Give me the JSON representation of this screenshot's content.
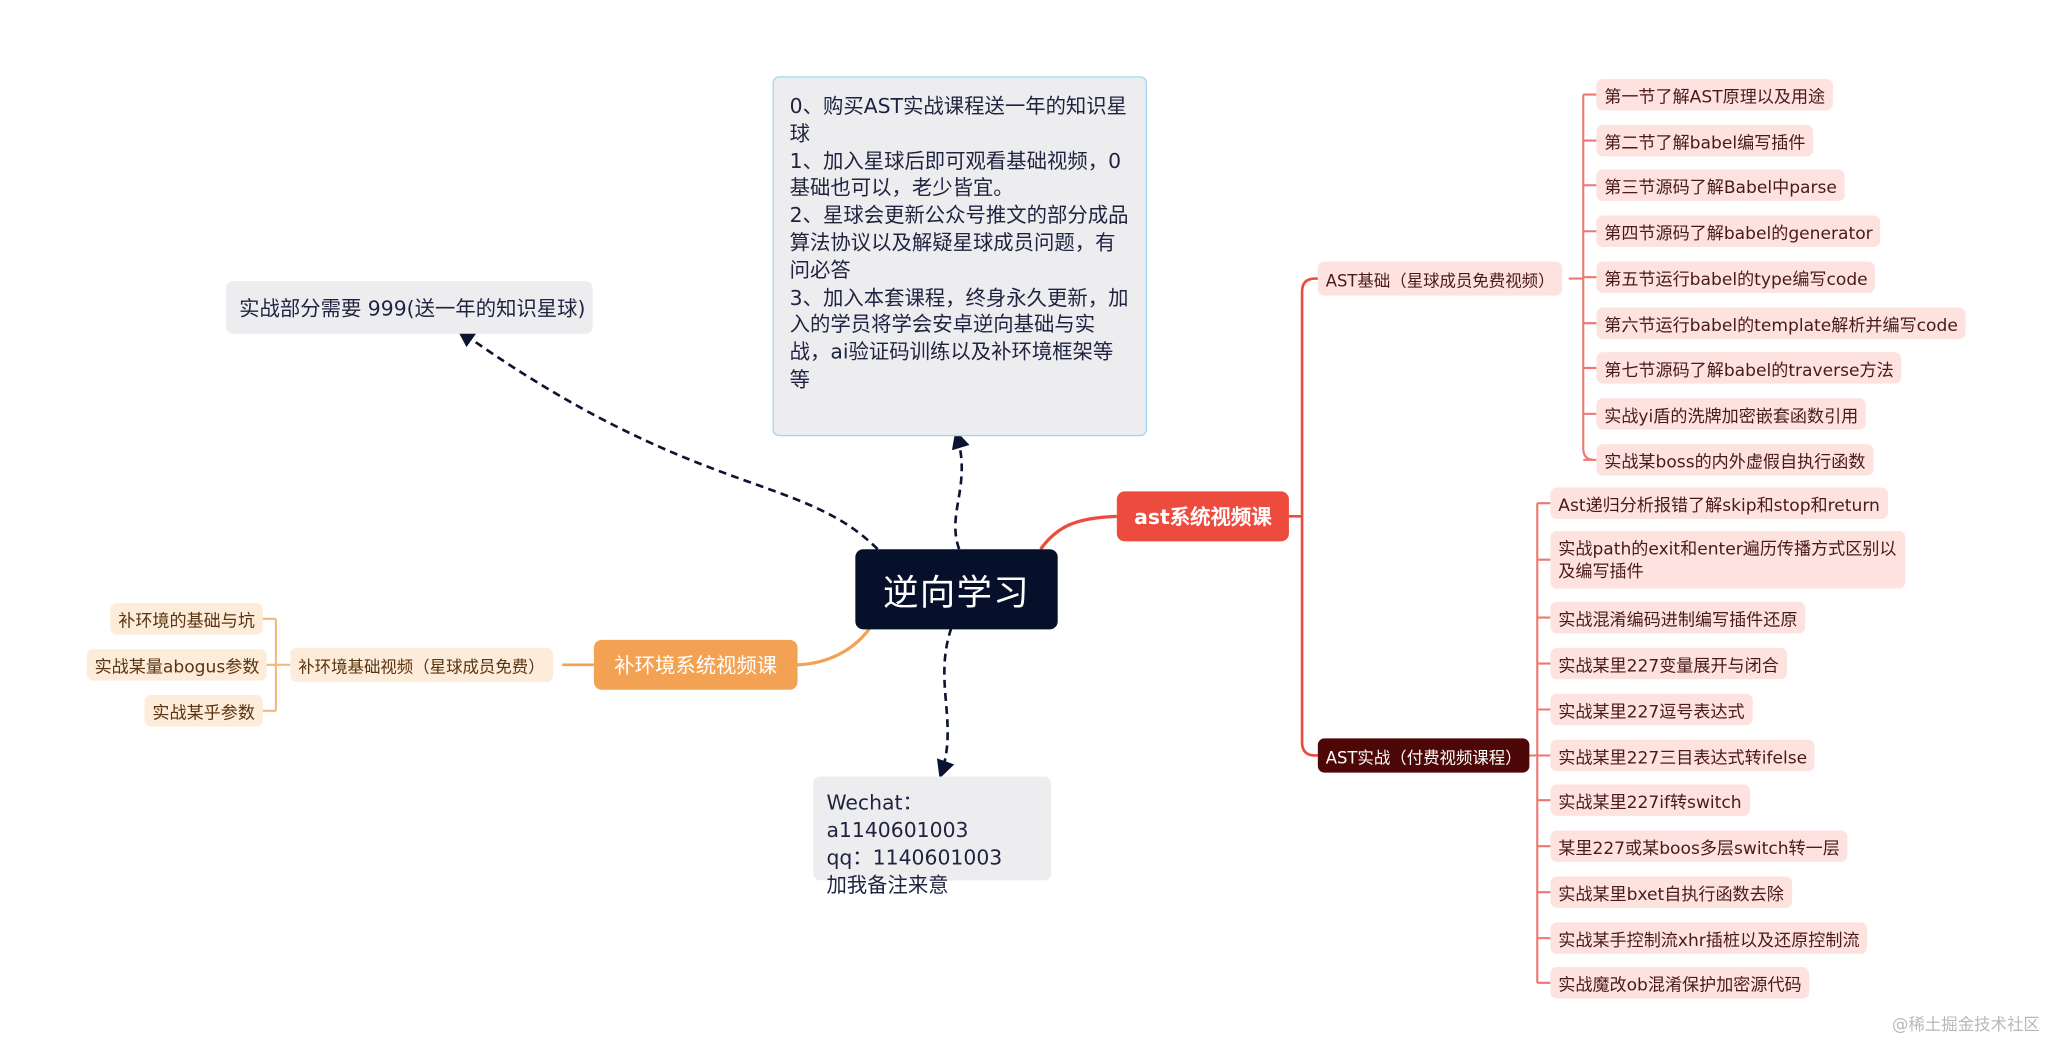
{
  "root": {
    "label": "逆向学习"
  },
  "callouts": {
    "top_lines": [
      "0、购买AST实战课程送一年的知识星",
      "球",
      "1、加入星球后即可观看基础视频，0",
      "基础也可以，老少皆宜。",
      "2、星球会更新公众号推文的部分成品",
      "算法协议以及解疑星球成员问题，有",
      "问必答",
      "3、加入本套课程，终身永久更新，加",
      "入的学员将学会安卓逆向基础与实",
      "战，ai验证码训练以及补环境框架等",
      "等"
    ],
    "left": "实战部分需要 999(送一年的知识星球)",
    "bottom_lines": [
      "Wechat：a1140601003",
      "qq：1140601003",
      "加我备注来意"
    ]
  },
  "ast_branch": {
    "label": "ast系统视频课",
    "color": "#ee4b3f",
    "basic": {
      "label": "AST基础（星球成员免费视频）",
      "items": [
        "第一节了解AST原理以及用途",
        "第二节了解babel编写插件",
        "第三节源码了解Babel中parse",
        "第四节源码了解babel的generator",
        "第五节运行babel的type编写code",
        "第六节运行babel的template解析并编写code",
        "第七节源码了解babel的traverse方法",
        "实战yi盾的洗牌加密嵌套函数引用",
        "实战某boss的内外虚假自执行函数"
      ]
    },
    "practice": {
      "label": "AST实战（付费视频课程）",
      "items": [
        "Ast递归分析报错了解skip和stop和return",
        "实战path的exit和enter遍历传播方式区别以及编写插件",
        "实战混淆编码进制编写插件还原",
        "实战某里227变量展开与闭合",
        "实战某里227逗号表达式",
        "实战某里227三目表达式转ifelse",
        "实战某里227if转switch",
        "某里227或某boos多层switch转一层",
        "实战某里bxet自执行函数去除",
        "实战某手控制流xhr插桩以及还原控制流",
        "实战魔改ob混淆保护加密源代码"
      ]
    }
  },
  "env_branch": {
    "label": "补环境系统视频课",
    "color": "#f3a253",
    "sub": {
      "label": "补环境基础视频（星球成员免费）",
      "items": [
        "补环境的基础与坑",
        "实战某量abogus参数",
        "实战某乎参数"
      ]
    }
  },
  "watermark": "@稀土掘金技术社区"
}
